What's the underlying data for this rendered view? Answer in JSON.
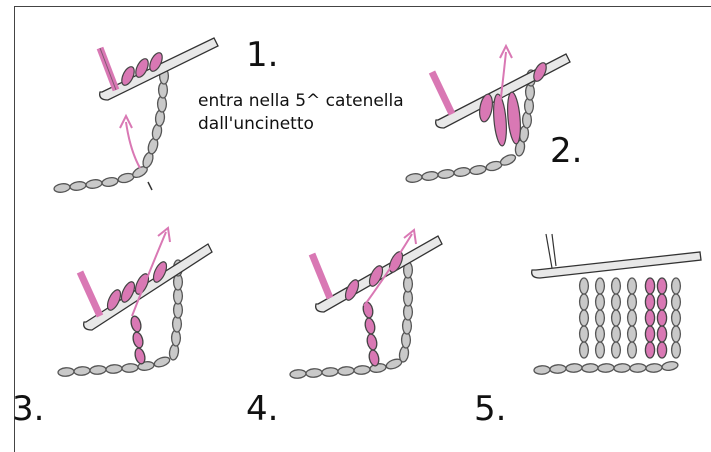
{
  "steps": [
    {
      "number": "1."
    },
    {
      "number": "2."
    },
    {
      "number": "3."
    },
    {
      "number": "4."
    },
    {
      "number": "5."
    }
  ],
  "instruction": {
    "line1": "entra nella 5^ catenella",
    "line2": "dall'uncinetto"
  },
  "colors": {
    "yarn_gray": "#c9c9c9",
    "yarn_outline": "#555555",
    "yarn_pink": "#d978b4",
    "hook": "#e8e8e8",
    "text": "#111111"
  }
}
